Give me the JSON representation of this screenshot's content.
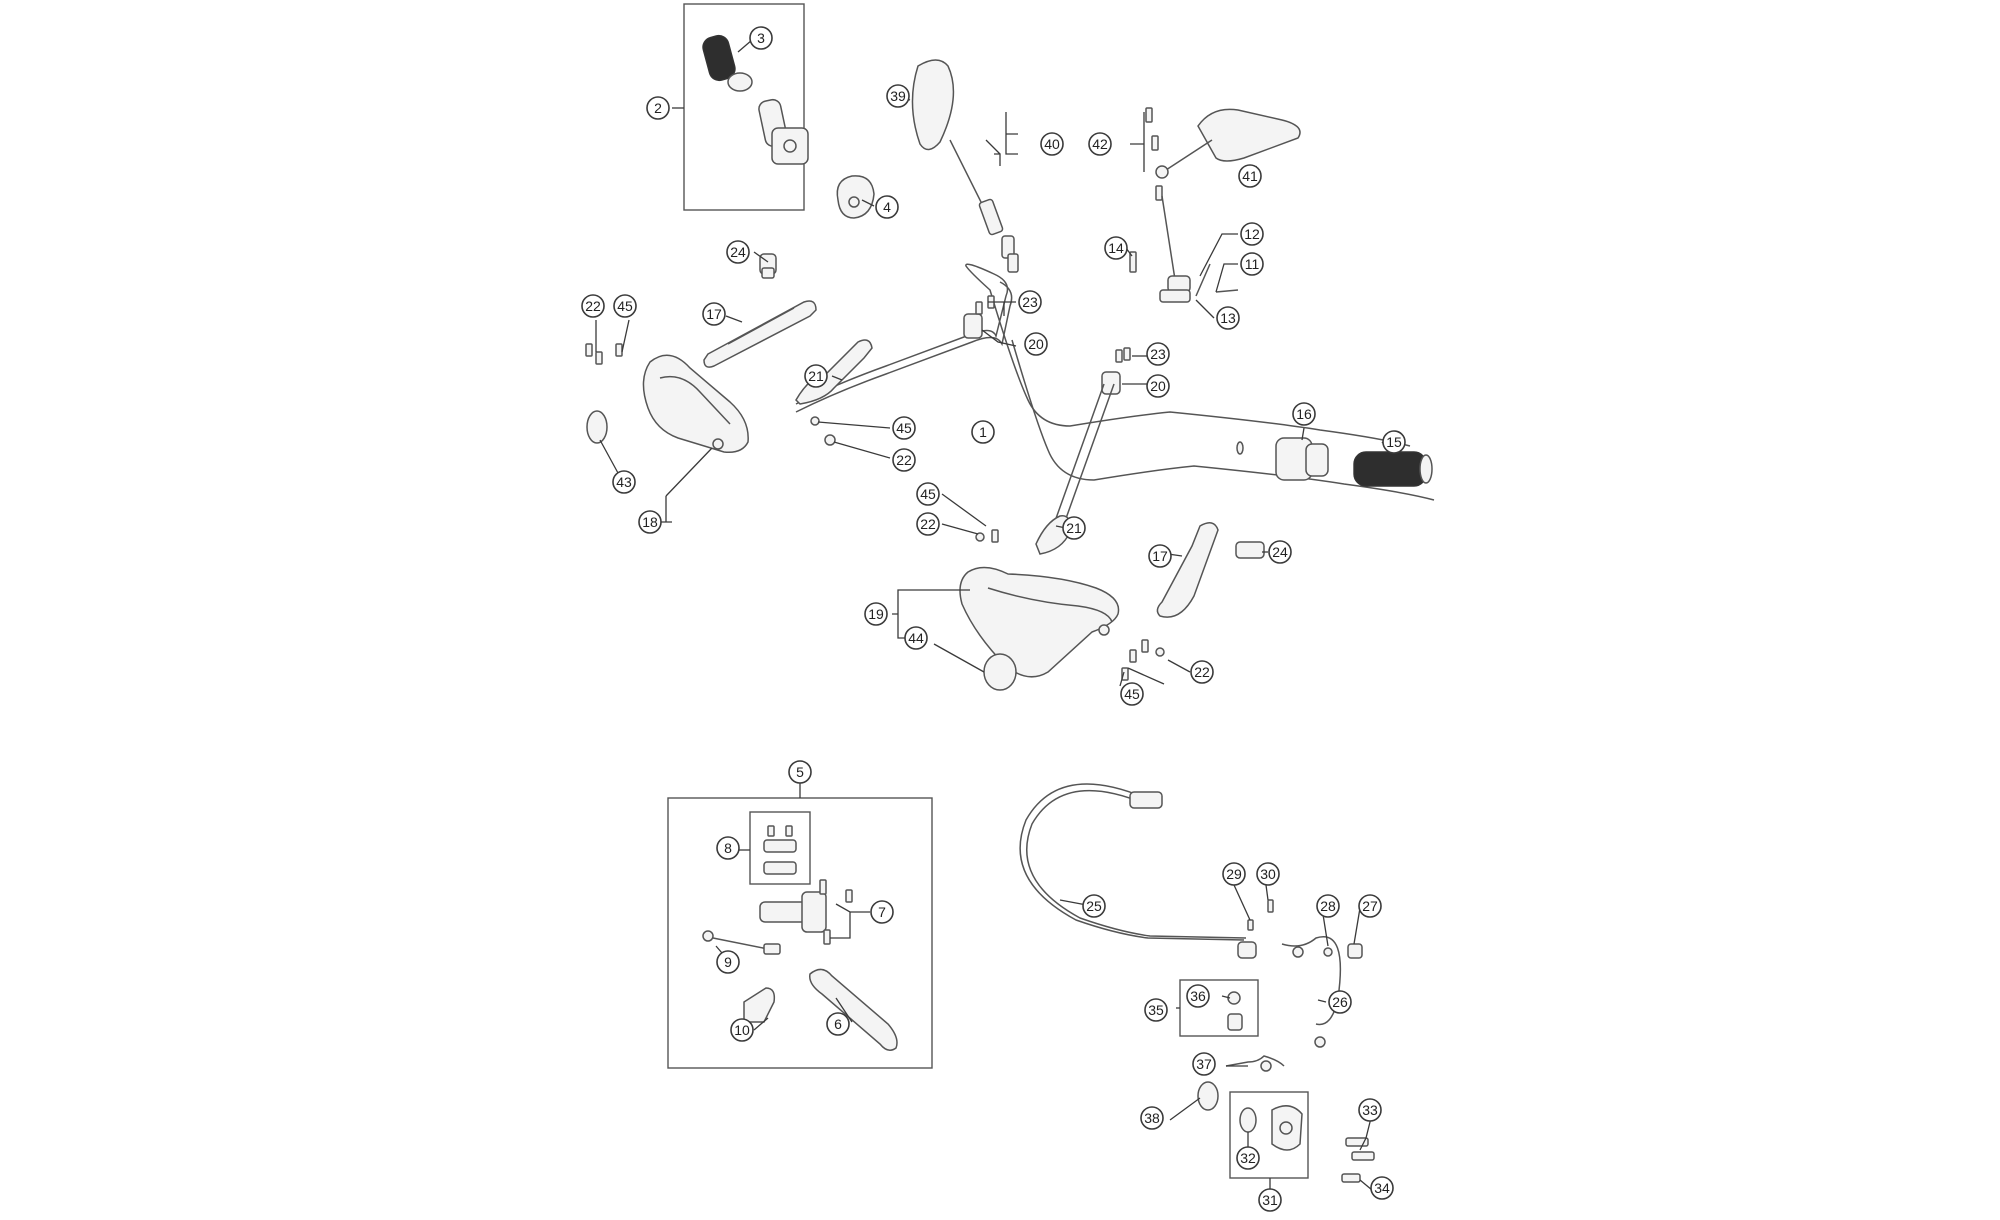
{
  "diagram": {
    "title": "Handlebar, controls and cables exploded view",
    "colors": {
      "line": "#555555",
      "dark": "#2e2e2e",
      "fill": "#f4f4f4",
      "background": "#ffffff"
    },
    "callouts": {
      "c1": "1",
      "c2": "2",
      "c3": "3",
      "c4": "4",
      "c5": "5",
      "c6": "6",
      "c7": "7",
      "c8": "8",
      "c9": "9",
      "c10": "10",
      "c11": "11",
      "c12": "12",
      "c13": "13",
      "c14": "14",
      "c15": "15",
      "c16": "16",
      "c17a": "17",
      "c17b": "17",
      "c18": "18",
      "c19": "19",
      "c20a": "20",
      "c20b": "20",
      "c21a": "21",
      "c21b": "21",
      "c22a": "22",
      "c22b": "22",
      "c22c": "22",
      "c22d": "22",
      "c23a": "23",
      "c23b": "23",
      "c24a": "24",
      "c24b": "24",
      "c25": "25",
      "c26": "26",
      "c27": "27",
      "c28": "28",
      "c29": "29",
      "c30": "30",
      "c31": "31",
      "c32": "32",
      "c33": "33",
      "c34": "34",
      "c35": "35",
      "c36": "36",
      "c37": "37",
      "c38": "38",
      "c39": "39",
      "c40": "40",
      "c41": "41",
      "c42": "42",
      "c43": "43",
      "c44": "44",
      "c45a": "45",
      "c45b": "45",
      "c45c": "45",
      "c45d": "45"
    }
  }
}
